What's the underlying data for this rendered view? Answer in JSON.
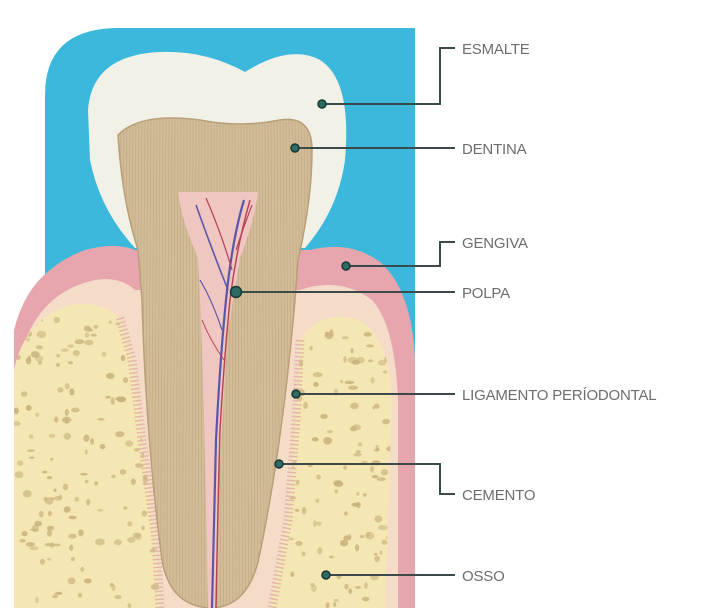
{
  "labels": {
    "esmalte": "ESMALTE",
    "dentina": "DENTINA",
    "gengiva": "GENGIVA",
    "polpa": "POLPA",
    "ligamento": "LIGAMENTO PERÍODONTAL",
    "cemento": "CEMENTO",
    "osso": "OSSO"
  },
  "colors": {
    "background": "#3cb8dd",
    "enamel": "#f1f1e8",
    "dentin": "#d3bd99",
    "pulp": "#f0c6c2",
    "gum": "#e7a6ae",
    "ligament": "#f5dcc8",
    "bone": "#f5e7b4",
    "bone_pores": "#c9b27c",
    "nerve": "#5b57a8",
    "vessel": "#b44050"
  }
}
